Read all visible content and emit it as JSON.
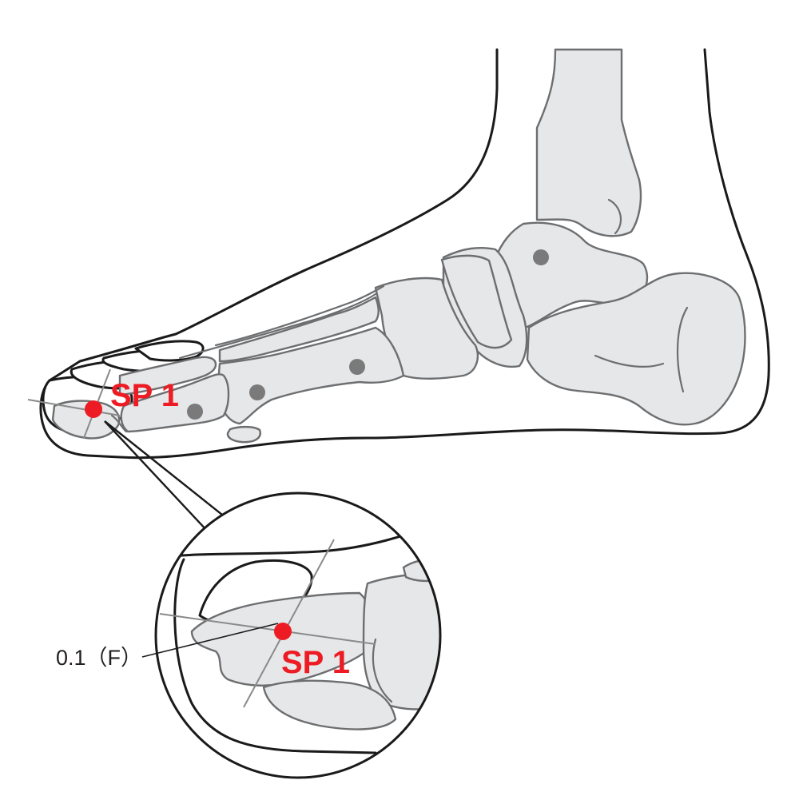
{
  "colors": {
    "acupoint": "#ed1c24",
    "reference_dot": "#7a7a7a",
    "bone_fill": "#e6e7e8",
    "bone_stroke": "#6d6e70",
    "outline": "#1a1a1a"
  },
  "main_figure": {
    "point_label": "SP 1"
  },
  "inset": {
    "point_label": "SP 1",
    "depth_label": "0.1（F）"
  }
}
